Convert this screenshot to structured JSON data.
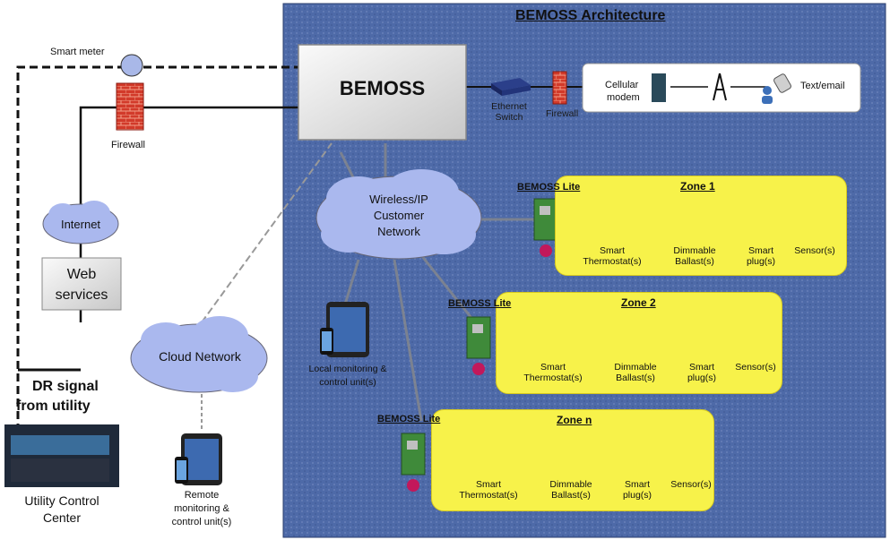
{
  "title": "BEMOSS Architecture",
  "bemoss_box": "BEMOSS",
  "smart_meter": "Smart meter",
  "firewall_left": "Firewall",
  "internet": "Internet",
  "web_services": [
    "Web",
    "services"
  ],
  "cloud_network": "Cloud Network",
  "dr_signal": [
    "DR signal",
    "from utility"
  ],
  "utility_center": [
    "Utility Control",
    "Center"
  ],
  "remote_unit": [
    "Remote",
    "monitoring &",
    "control unit(s)"
  ],
  "ethernet_switch": [
    "Ethernet",
    "Switch"
  ],
  "firewall_right": "Firewall",
  "comm": {
    "modem": [
      "Cellular",
      "modem"
    ],
    "text_email": "Text/email"
  },
  "wireless_network": [
    "Wireless/IP",
    "Customer",
    "Network"
  ],
  "local_unit": [
    "Local monitoring &",
    "control unit(s)"
  ],
  "zones": [
    {
      "lite": "BEMOSS Lite",
      "title": "Zone 1",
      "devices": [
        [
          "Smart",
          "Thermostat(s)"
        ],
        [
          "Dimmable",
          "Ballast(s)"
        ],
        [
          "Smart",
          "plug(s)"
        ],
        [
          "Sensor(s)"
        ]
      ]
    },
    {
      "lite": "BEMOSS Lite",
      "title": "Zone 2",
      "devices": [
        [
          "Smart",
          "Thermostat(s)"
        ],
        [
          "Dimmable",
          "Ballast(s)"
        ],
        [
          "Smart",
          "plug(s)"
        ],
        [
          "Sensor(s)"
        ]
      ]
    },
    {
      "lite": "BEMOSS Lite",
      "title": "Zone n",
      "devices": [
        [
          "Smart",
          "Thermostat(s)"
        ],
        [
          "Dimmable",
          "Ballast(s)"
        ],
        [
          "Smart",
          "plug(s)"
        ],
        [
          "Sensor(s)"
        ]
      ]
    }
  ],
  "colors": {
    "panel": "#4f6aa6",
    "zone": "#f7f24a",
    "cloud": "#aab8ee",
    "firewall": "#d23a2a"
  }
}
